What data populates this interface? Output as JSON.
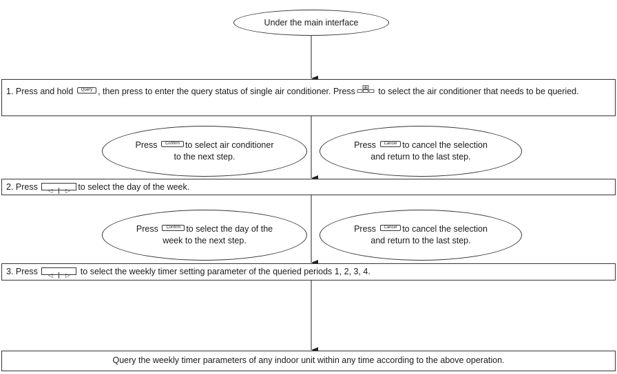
{
  "start": {
    "label": "Under the main interface"
  },
  "steps": [
    {
      "parts": [
        "1. Press and hold ",
        ", then press to enter the query status of single air conditioner. Press",
        " to select the air conditioner that needs to be queried."
      ],
      "keys": [
        "Query"
      ]
    },
    {
      "parts": [
        "2. Press ",
        "to select the day of the week."
      ],
      "keys": [
        "◁",
        "▷"
      ]
    },
    {
      "parts": [
        "3. Press ",
        " to select the weekly timer setting parameter of the queried periods 1, 2, 3, 4."
      ],
      "keys": [
        "◁",
        "▷"
      ]
    }
  ],
  "branches": [
    {
      "confirm": {
        "before": "Press ",
        "key": "Confirm",
        "after": "to select air conditioner",
        "line2": "to the next step."
      },
      "cancel": {
        "before": "Press ",
        "key": "Cancel",
        "after": "to cancel the selection",
        "line2": "and return to the last step."
      }
    },
    {
      "confirm": {
        "before": "Press ",
        "key": "Confirm",
        "after": "to select the day of the",
        "line2": "week to the next step."
      },
      "cancel": {
        "before": "Press ",
        "key": "Cancel",
        "after": "to cancel the selection",
        "line2": "and return to the last step."
      }
    }
  ],
  "end": {
    "label": "Query the weekly timer parameters of any indoor unit within any time according to the above operation."
  }
}
